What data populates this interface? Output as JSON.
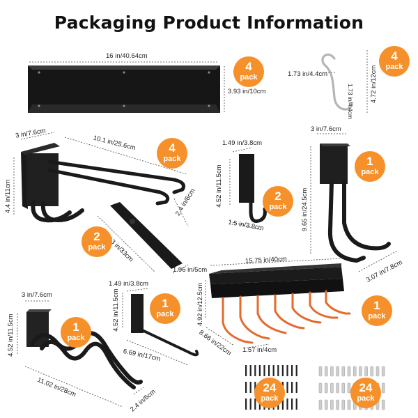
{
  "title": "Packaging Product Information",
  "colors": {
    "badge": "#f6902a",
    "product": "#1a1a1a",
    "accent_coating": "#e46a2c"
  },
  "items": {
    "rail": {
      "width": "16 in/40.64cm",
      "height": "3.93 in/10cm",
      "badge": {
        "count": "4",
        "unit": "pack"
      }
    },
    "s_hook": {
      "width": "1.73 in/4.4cm",
      "height": "4.72 in/12cm",
      "inner": "1.73 in/4.4cm",
      "badge": {
        "count": "4",
        "unit": "pack"
      }
    },
    "double_hook": {
      "width": "3 in/7.6cm",
      "length": "10.1 in/25.6cm",
      "height": "4.4 in/11cm",
      "depth": "2.4 in/6cm",
      "badge": {
        "count": "4",
        "unit": "pack"
      }
    },
    "j_hook": {
      "width": "1.49 in/3.8cm",
      "height": "4.52 in/11.5cm",
      "depth": "1.5 in/3.8cm",
      "badge": {
        "count": "2",
        "unit": "pack"
      }
    },
    "bike_hook": {
      "width": "3 in/7.6cm",
      "height": "9.65 in/24.5cm",
      "depth": "3.07 in/7.8cm",
      "badge": {
        "count": "1",
        "unit": "pack"
      }
    },
    "strap": {
      "length": "13 in/33cm",
      "width": "1.96 in/5cm",
      "badge": {
        "count": "2",
        "unit": "pack"
      }
    },
    "shelf": {
      "width": "15.75 in/40cm",
      "height": "4.92 in/12.5cm",
      "depth": "8.66 in/22cm",
      "gap": "1.57 in/4cm",
      "badge": {
        "count": "1",
        "unit": "pack"
      }
    },
    "straight_hook": {
      "width": "1.49 in/3.8cm",
      "height": "4.52 in/11.5cm",
      "length": "6.69 in/17cm",
      "badge": {
        "count": "1",
        "unit": "pack"
      }
    },
    "wave_hook": {
      "width": "3 in/7.6cm",
      "height": "4.52 in/11.5cm",
      "length": "11.02 in/28cm",
      "depth": "2.4 in/6cm",
      "badge": {
        "count": "1",
        "unit": "pack"
      }
    },
    "screws": {
      "badge": {
        "count": "24",
        "unit": "pack"
      }
    },
    "anchors": {
      "badge": {
        "count": "24",
        "unit": "pack"
      }
    }
  }
}
